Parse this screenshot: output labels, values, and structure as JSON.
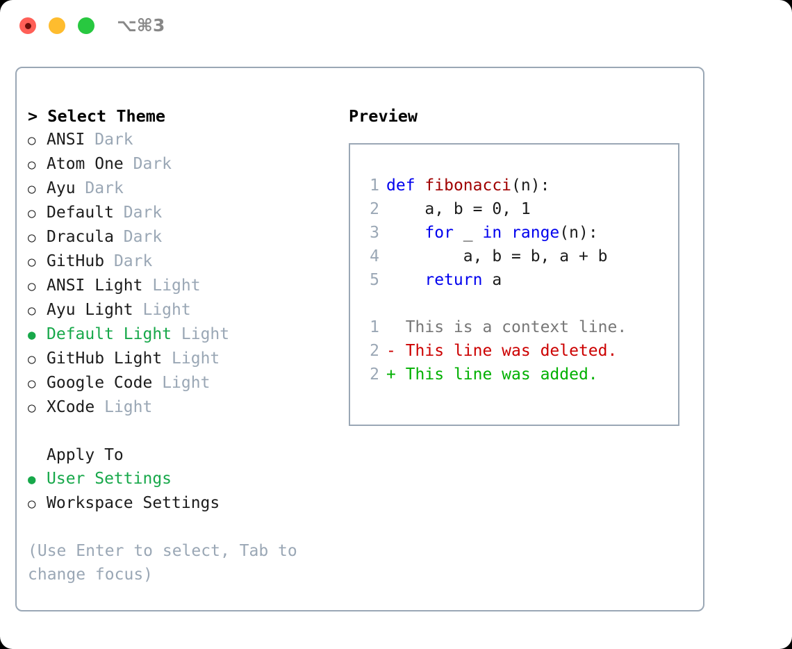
{
  "window": {
    "title": "⌥⌘3",
    "traffic_lights": [
      {
        "name": "close",
        "color": "#ff5f57"
      },
      {
        "name": "minimize",
        "color": "#febc2e"
      },
      {
        "name": "maximize",
        "color": "#28c840"
      }
    ]
  },
  "theme_picker": {
    "header": "> Select Theme",
    "marker_selected": "●",
    "marker_unselected": "○",
    "accent_color": "#17a84a",
    "muted_color": "#9aa7b5",
    "items": [
      {
        "label": "ANSI",
        "variant": "Dark",
        "selected": false
      },
      {
        "label": "Atom One",
        "variant": "Dark",
        "selected": false
      },
      {
        "label": "Ayu",
        "variant": "Dark",
        "selected": false
      },
      {
        "label": "Default",
        "variant": "Dark",
        "selected": false
      },
      {
        "label": "Dracula",
        "variant": "Dark",
        "selected": false
      },
      {
        "label": "GitHub",
        "variant": "Dark",
        "selected": false
      },
      {
        "label": "ANSI Light",
        "variant": "Light",
        "selected": false
      },
      {
        "label": "Ayu Light",
        "variant": "Light",
        "selected": false
      },
      {
        "label": "Default Light",
        "variant": "Light",
        "selected": true
      },
      {
        "label": "GitHub Light",
        "variant": "Light",
        "selected": false
      },
      {
        "label": "Google Code",
        "variant": "Light",
        "selected": false
      },
      {
        "label": "XCode",
        "variant": "Light",
        "selected": false
      }
    ]
  },
  "apply_to": {
    "header": "Apply To",
    "options": [
      {
        "label": "User Settings",
        "selected": true
      },
      {
        "label": "Workspace Settings",
        "selected": false
      }
    ]
  },
  "hint": {
    "line1": "(Use Enter to select, Tab to",
    "line2": "change focus)"
  },
  "preview": {
    "label": "Preview",
    "code_lines": [
      {
        "lno": "1",
        "tokens": [
          {
            "t": "def",
            "c": "kw"
          },
          {
            "t": " ",
            "c": "plain"
          },
          {
            "t": "fibonacci",
            "c": "fn"
          },
          {
            "t": "(n):",
            "c": "plain"
          }
        ]
      },
      {
        "lno": "2",
        "tokens": [
          {
            "t": "    a, b = 0, 1",
            "c": "plain"
          }
        ]
      },
      {
        "lno": "3",
        "tokens": [
          {
            "t": "    ",
            "c": "plain"
          },
          {
            "t": "for",
            "c": "kw"
          },
          {
            "t": " _ ",
            "c": "plain"
          },
          {
            "t": "in",
            "c": "kw"
          },
          {
            "t": " ",
            "c": "plain"
          },
          {
            "t": "range",
            "c": "kw"
          },
          {
            "t": "(n):",
            "c": "plain"
          }
        ]
      },
      {
        "lno": "4",
        "tokens": [
          {
            "t": "        a, b = b, a + b",
            "c": "plain"
          }
        ]
      },
      {
        "lno": "5",
        "tokens": [
          {
            "t": "    ",
            "c": "plain"
          },
          {
            "t": "return",
            "c": "kw"
          },
          {
            "t": " a",
            "c": "plain"
          }
        ]
      }
    ],
    "diff_lines": [
      {
        "lno": "1",
        "marker": "  ",
        "text": "This is a context line.",
        "cls": "ctx"
      },
      {
        "lno": "2",
        "marker": "- ",
        "text": "This line was deleted.",
        "cls": "del"
      },
      {
        "lno": "2",
        "marker": "+ ",
        "text": "This line was added.",
        "cls": "add"
      }
    ]
  }
}
